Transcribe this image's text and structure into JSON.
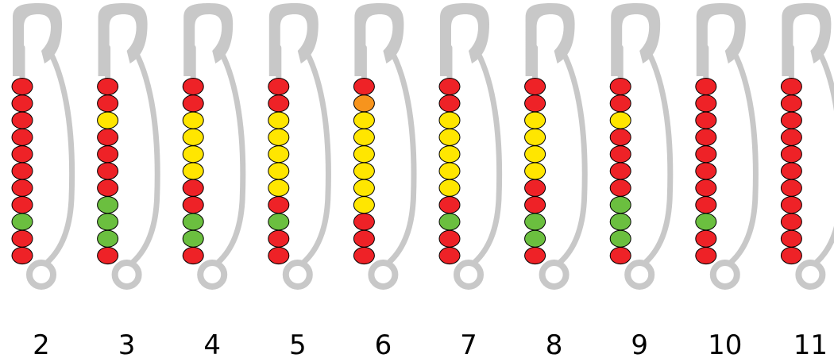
{
  "colors": {
    "R": "#ee2227",
    "Y": "#ffe600",
    "G": "#6bbf3f",
    "O": "#f7941d",
    "wire": "#c8c8c8"
  },
  "pins": [
    {
      "label": "2",
      "beads": [
        "R",
        "R",
        "R",
        "R",
        "R",
        "R",
        "R",
        "R",
        "G",
        "R",
        "R"
      ]
    },
    {
      "label": "3",
      "beads": [
        "R",
        "R",
        "Y",
        "R",
        "R",
        "R",
        "R",
        "G",
        "G",
        "G",
        "R"
      ]
    },
    {
      "label": "4",
      "beads": [
        "R",
        "R",
        "Y",
        "Y",
        "Y",
        "Y",
        "R",
        "R",
        "G",
        "G",
        "R"
      ]
    },
    {
      "label": "5",
      "beads": [
        "R",
        "R",
        "Y",
        "Y",
        "Y",
        "Y",
        "Y",
        "R",
        "G",
        "R",
        "R"
      ]
    },
    {
      "label": "6",
      "beads": [
        "R",
        "O",
        "Y",
        "Y",
        "Y",
        "Y",
        "Y",
        "Y",
        "R",
        "R",
        "R"
      ]
    },
    {
      "label": "7",
      "beads": [
        "R",
        "R",
        "Y",
        "Y",
        "Y",
        "Y",
        "Y",
        "R",
        "G",
        "R",
        "R"
      ]
    },
    {
      "label": "8",
      "beads": [
        "R",
        "R",
        "Y",
        "Y",
        "Y",
        "Y",
        "R",
        "R",
        "G",
        "G",
        "R"
      ]
    },
    {
      "label": "9",
      "beads": [
        "R",
        "R",
        "Y",
        "R",
        "R",
        "R",
        "R",
        "G",
        "G",
        "G",
        "R"
      ]
    },
    {
      "label": "10",
      "beads": [
        "R",
        "R",
        "R",
        "R",
        "R",
        "R",
        "R",
        "R",
        "G",
        "R",
        "R"
      ]
    },
    {
      "label": "11",
      "beads": [
        "R",
        "R",
        "R",
        "R",
        "R",
        "R",
        "R",
        "R",
        "R",
        "R",
        "R"
      ]
    }
  ]
}
